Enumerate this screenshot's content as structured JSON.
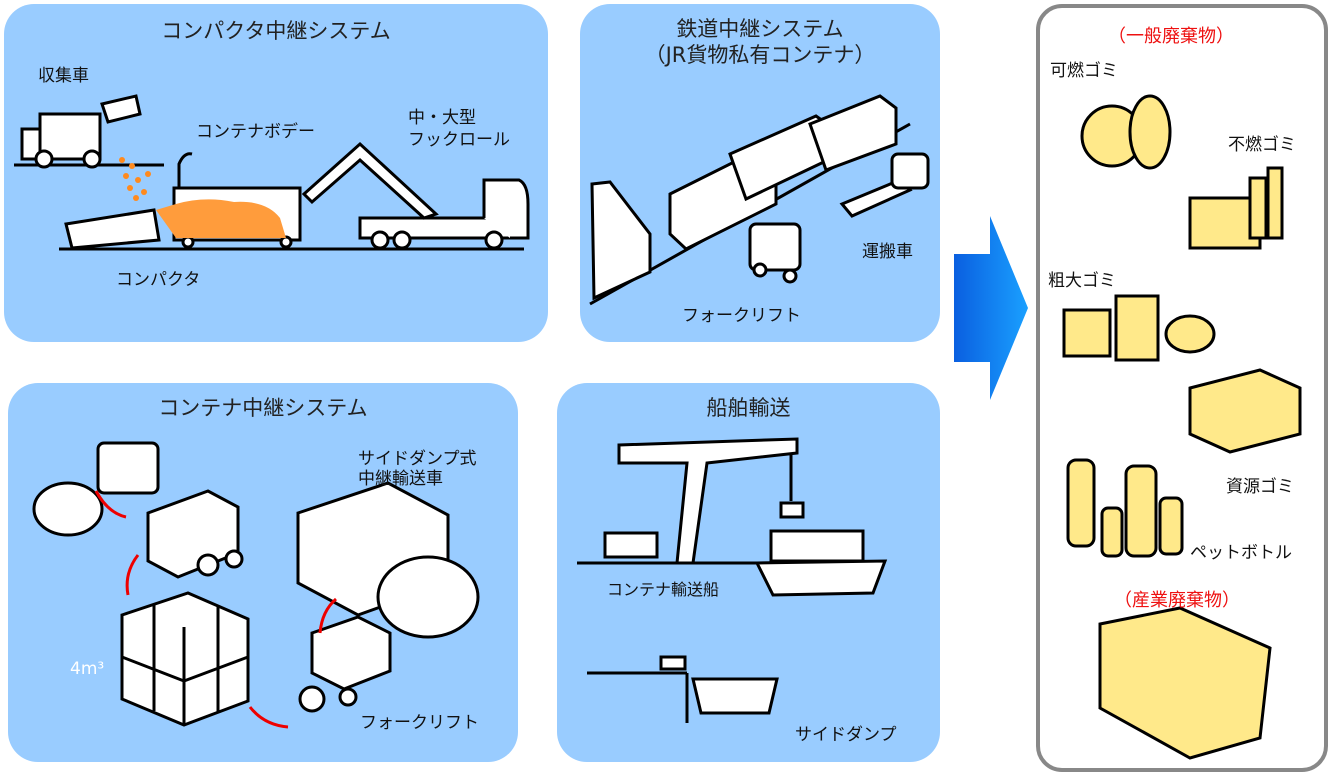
{
  "panels": {
    "compactor": {
      "title": "コンパクタ中継システム",
      "labels": {
        "collection_truck": "収集車",
        "container_body": "コンテナボデー",
        "hook_roll_1": "中・大型",
        "hook_roll_2": "フックロール",
        "compactor": "コンパクタ"
      }
    },
    "rail": {
      "title_1": "鉄道中継システム",
      "title_2": "（JR貨物私有コンテナ）",
      "labels": {
        "transport_vehicle": "運搬車",
        "forklift": "フォークリフト"
      }
    },
    "container": {
      "title": "コンテナ中継システム",
      "labels": {
        "side_dump_1": "サイドダンプ式",
        "side_dump_2": "中継輸送車",
        "volume": "4m³",
        "forklift": "フォークリフト"
      }
    },
    "ship": {
      "title": "船舶輸送",
      "labels": {
        "container_ship": "コンテナ輸送船",
        "side_dump": "サイドダンプ"
      }
    }
  },
  "waste": {
    "general_heading": "（一般廃棄物）",
    "items": [
      "可燃ゴミ",
      "不燃ゴミ",
      "粗大ゴミ",
      "資源ゴミ",
      "ペットボトル"
    ],
    "industrial_heading": "（産業廃棄物）"
  },
  "colors": {
    "panel": "#99ccff",
    "arrow": "#0077ee",
    "waste_fill": "#ffe98a",
    "heading_red": "#ee1111",
    "compost_orange": "#ff9c3c"
  },
  "icons": [
    "flow-arrow-right"
  ]
}
